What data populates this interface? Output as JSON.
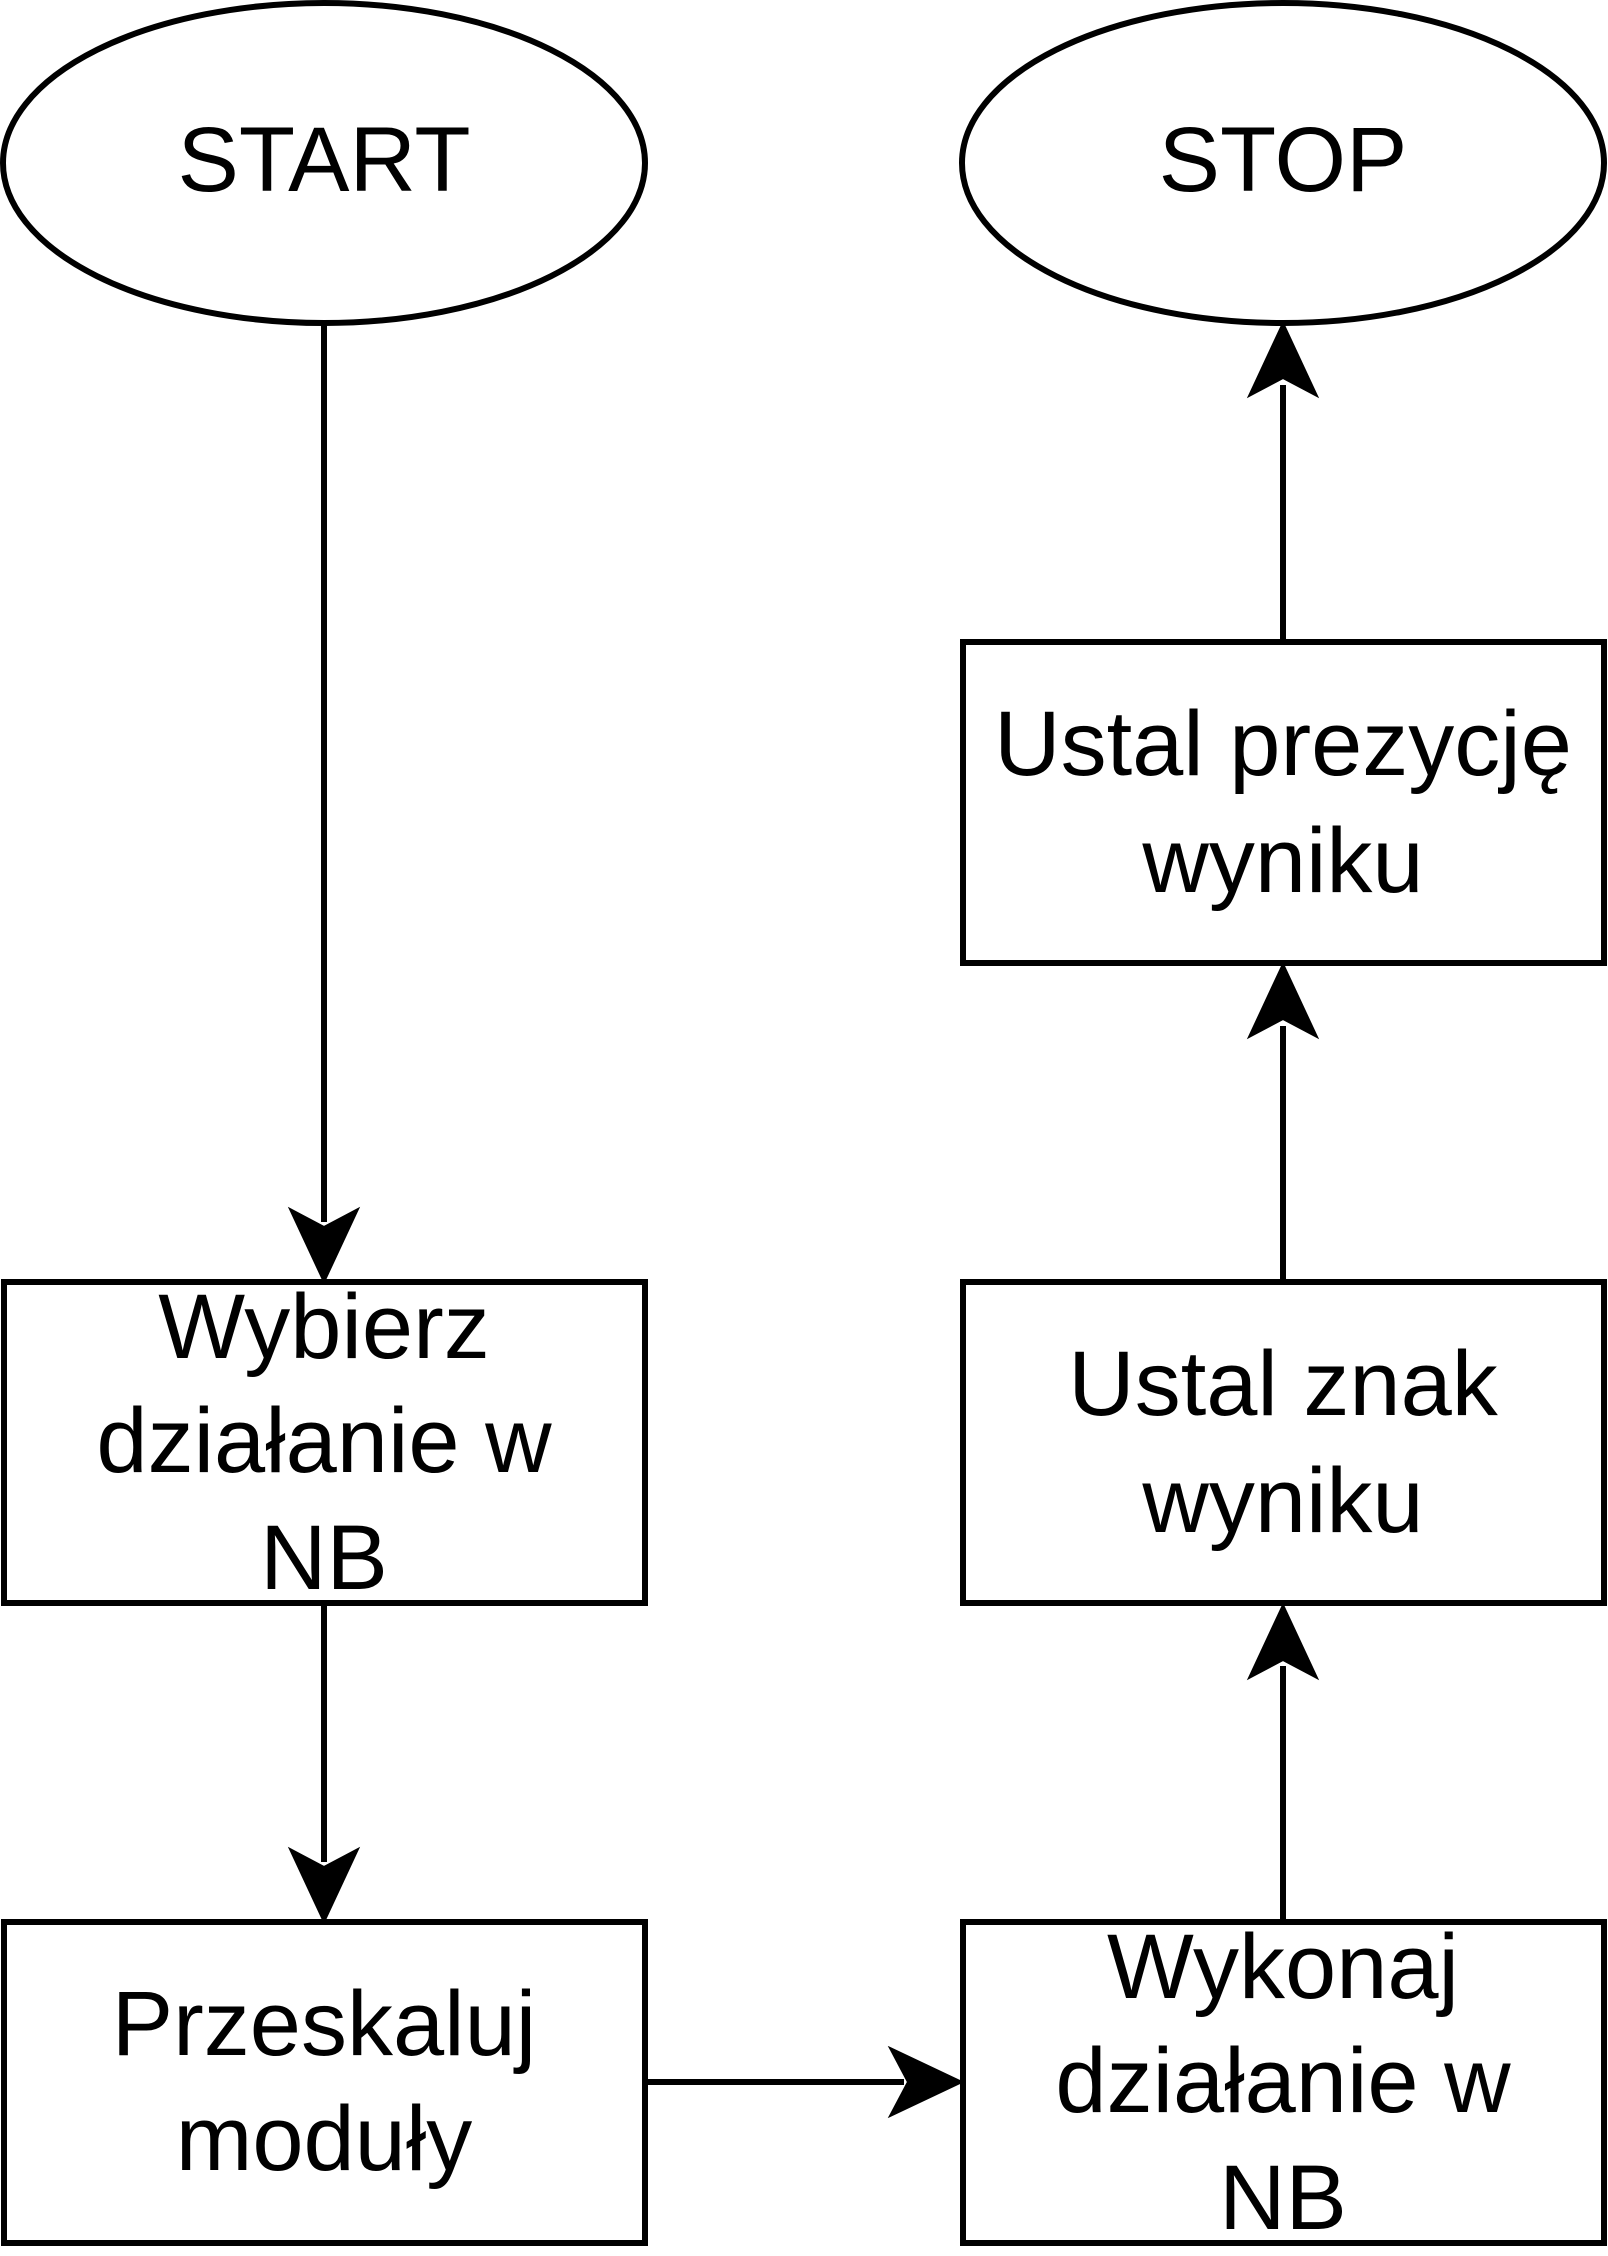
{
  "diagram": {
    "type": "flowchart",
    "stroke_color": "#000000",
    "fill_color": "#ffffff",
    "nodes": {
      "start": {
        "shape": "ellipse",
        "label": "START"
      },
      "stop": {
        "shape": "ellipse",
        "label": "STOP"
      },
      "wybierz": {
        "shape": "rect",
        "label_lines": [
          "Wybierz",
          "działanie w",
          "NB"
        ]
      },
      "przeskaluj": {
        "shape": "rect",
        "label_lines": [
          "Przeskaluj",
          "moduły"
        ]
      },
      "wykonaj": {
        "shape": "rect",
        "label_lines": [
          "Wykonaj",
          "działanie w",
          "NB"
        ]
      },
      "znak": {
        "shape": "rect",
        "label_lines": [
          "Ustal znak",
          "wyniku"
        ]
      },
      "precyzja": {
        "shape": "rect",
        "label_lines": [
          "Ustal prezycję",
          "wyniku"
        ]
      }
    },
    "edges": [
      {
        "from": "start",
        "to": "wybierz"
      },
      {
        "from": "wybierz",
        "to": "przeskaluj"
      },
      {
        "from": "przeskaluj",
        "to": "wykonaj"
      },
      {
        "from": "wykonaj",
        "to": "znak"
      },
      {
        "from": "znak",
        "to": "precyzja"
      },
      {
        "from": "precyzja",
        "to": "stop"
      }
    ]
  }
}
